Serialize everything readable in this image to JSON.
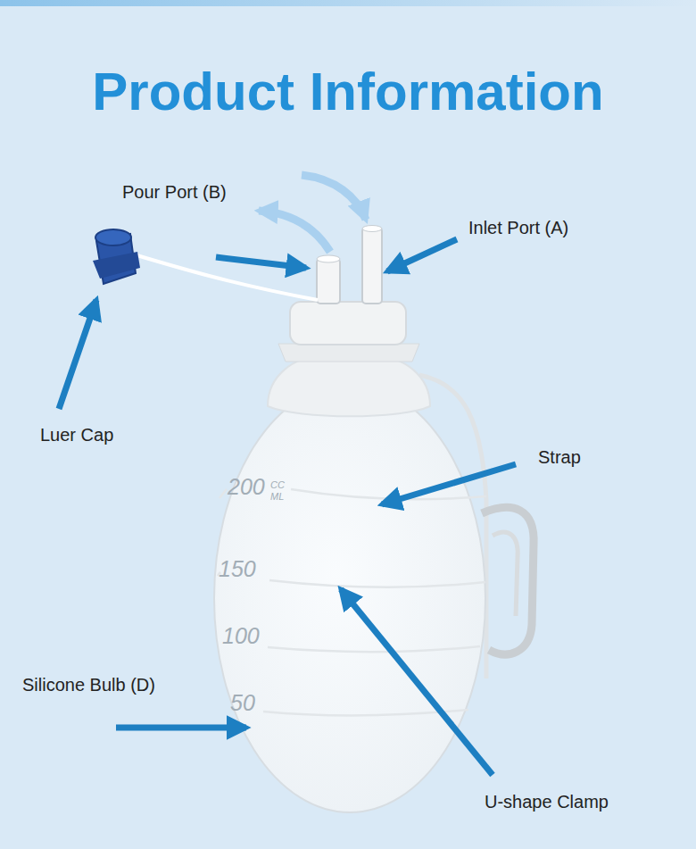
{
  "diagram": {
    "title": "Product Information",
    "labels": [
      "Pour Port (B)",
      "Inlet Port (A)",
      "Luer Cap",
      "Strap",
      "Silicone Bulb (D)",
      "U-shape Clamp",
      "200",
      "CC",
      "ML",
      "150",
      "100",
      "50"
    ]
  }
}
